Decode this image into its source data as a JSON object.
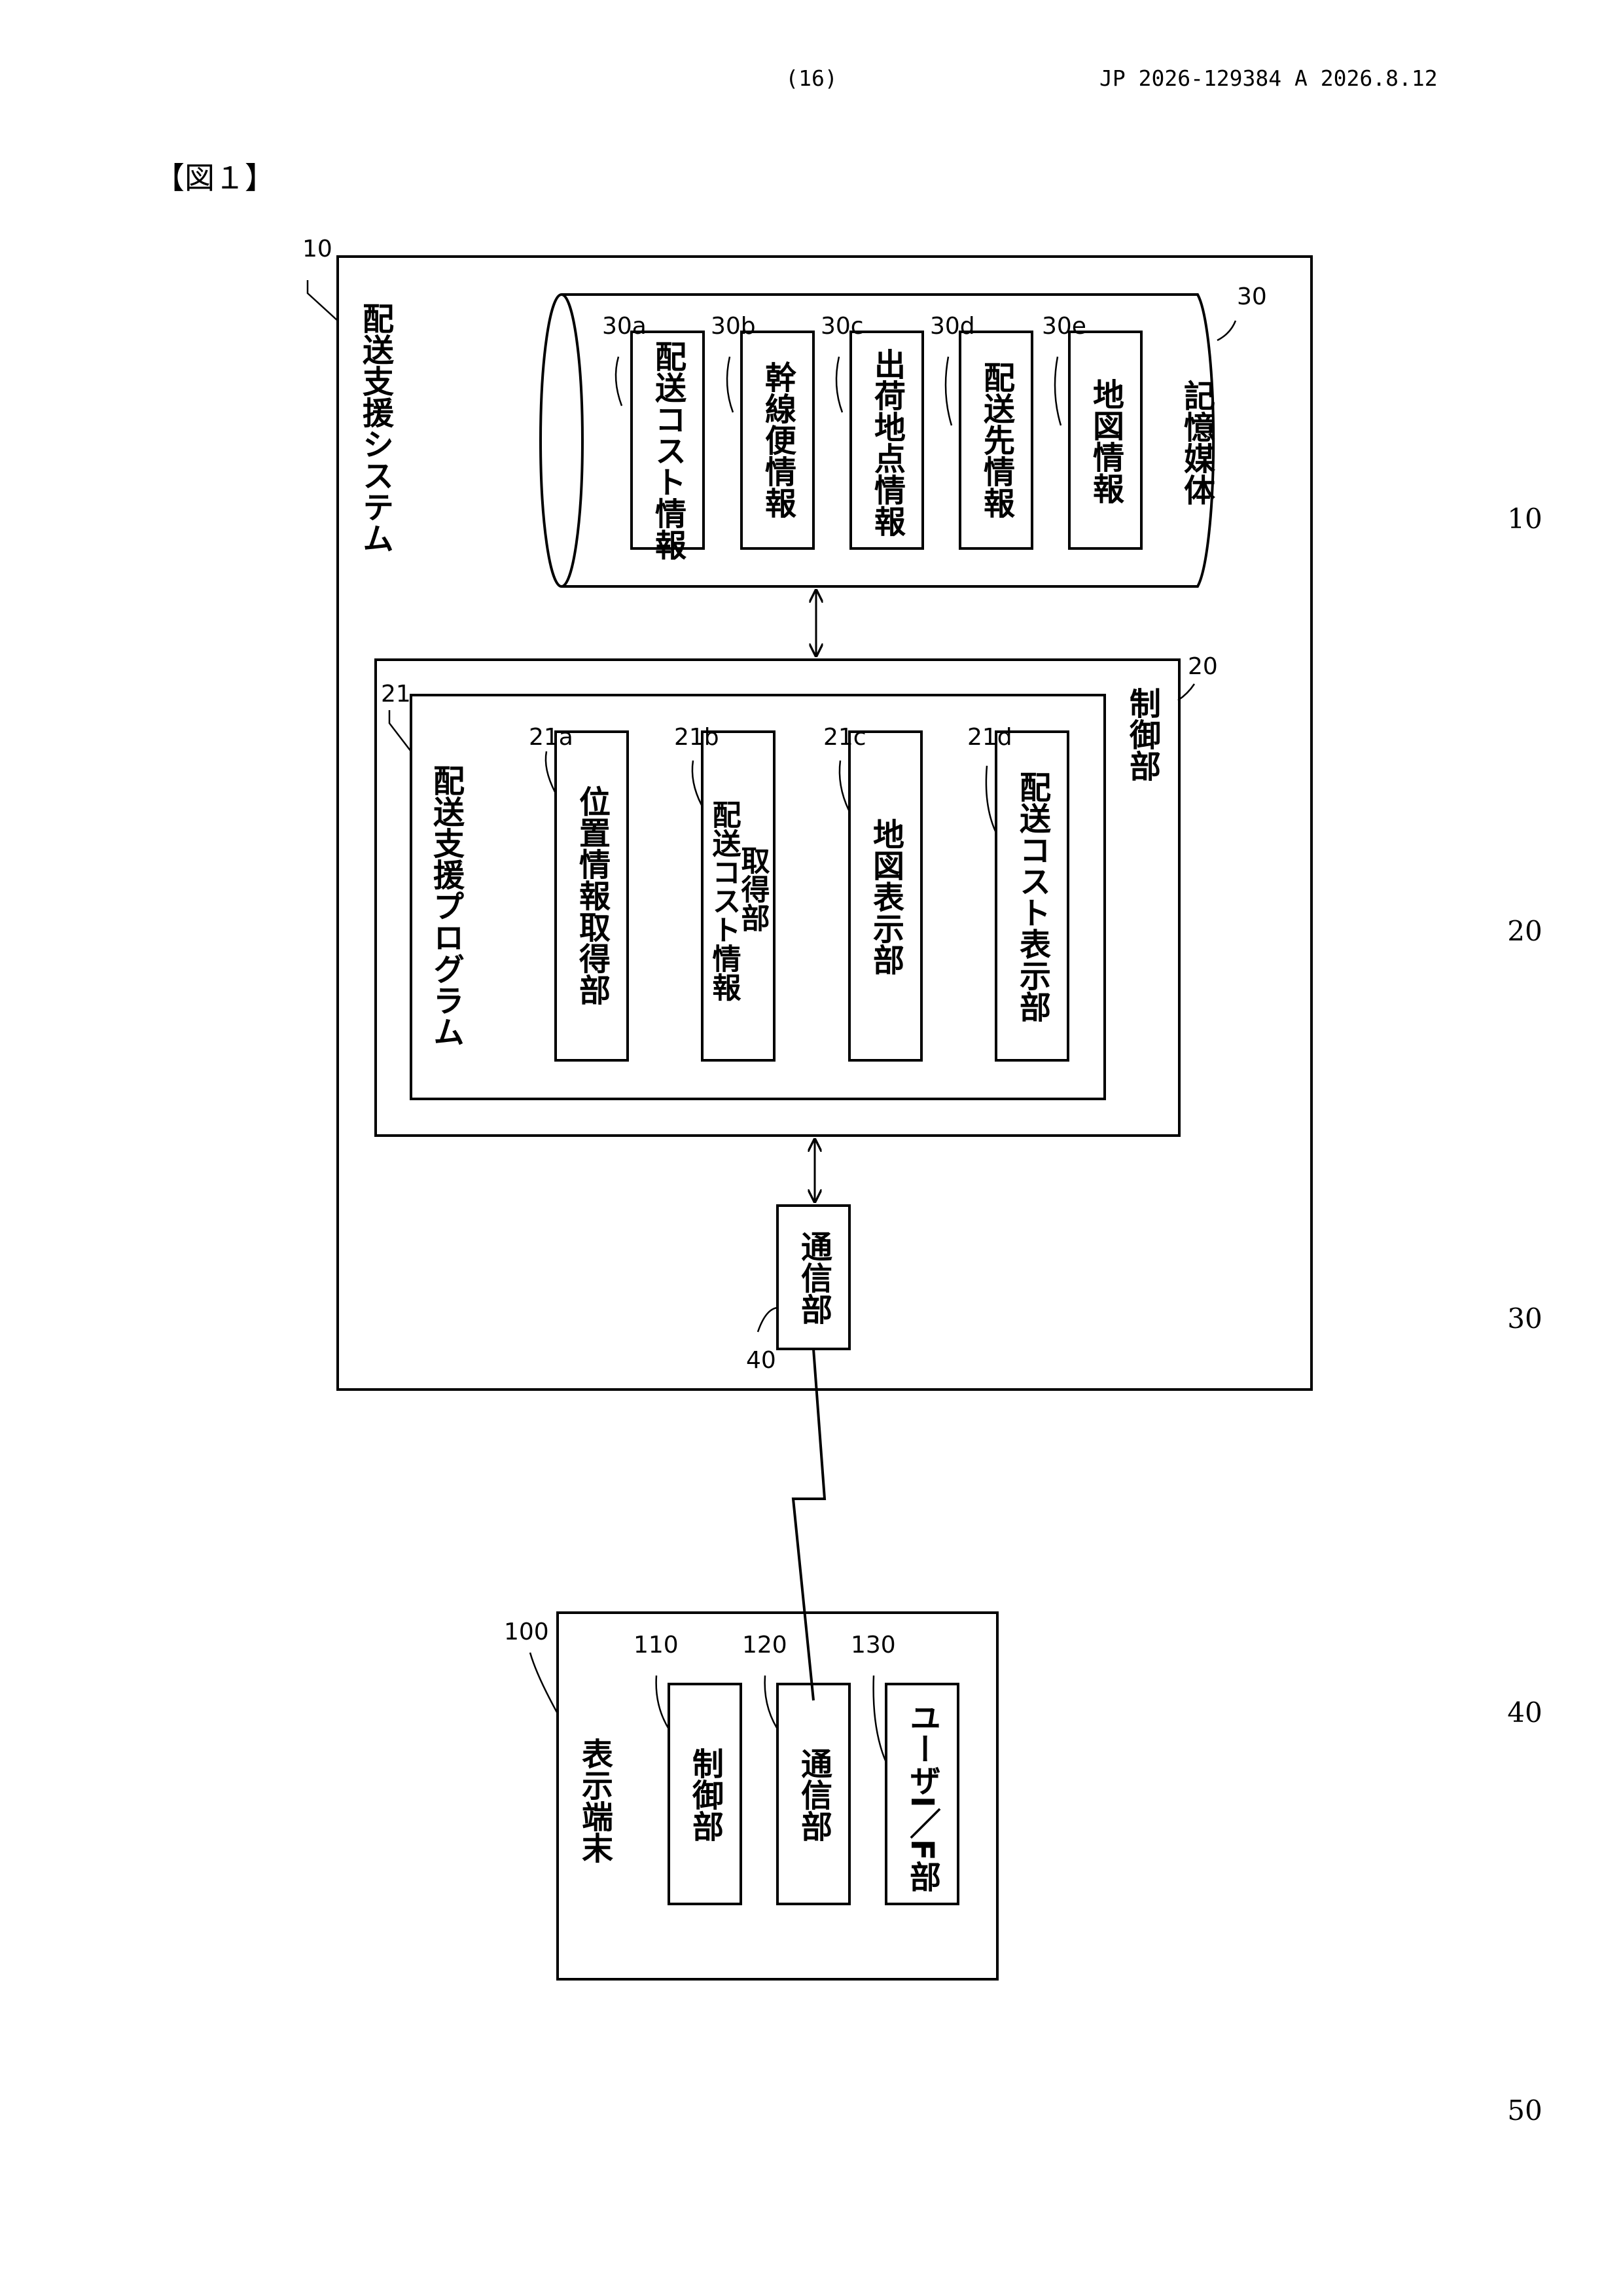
{
  "header": {
    "page_number": "(16)",
    "publication": "JP  2026-129384  A  2026.8.12"
  },
  "figure_label": "【図１】",
  "line_numbers": [
    "10",
    "20",
    "30",
    "40",
    "50"
  ],
  "system": {
    "ref": "10",
    "label": "配送支援システム",
    "storage": {
      "ref": "30",
      "label": "記憶媒体",
      "items": [
        {
          "ref": "30a",
          "label": "配送コスト情報"
        },
        {
          "ref": "30b",
          "label": "幹線便情報"
        },
        {
          "ref": "30c",
          "label": "出荷地点情報"
        },
        {
          "ref": "30d",
          "label": "配送先情報"
        },
        {
          "ref": "30e",
          "label": "地図情報"
        }
      ]
    },
    "control": {
      "ref": "20",
      "label": "制御部",
      "program": {
        "ref": "21",
        "label": "配送支援プログラム",
        "modules": [
          {
            "ref": "21a",
            "label": "位置情報取得部"
          },
          {
            "ref": "21b",
            "label_line1": "配送コスト情報",
            "label_line2": "取得部"
          },
          {
            "ref": "21c",
            "label": "地図表示部"
          },
          {
            "ref": "21d",
            "label": "配送コスト表示部"
          }
        ]
      }
    },
    "comm": {
      "ref": "40",
      "label": "通信部"
    }
  },
  "terminal": {
    "ref": "100",
    "label": "表示端末",
    "units": [
      {
        "ref": "110",
        "label": "制御部"
      },
      {
        "ref": "120",
        "label": "通信部"
      },
      {
        "ref": "130",
        "label": "ユーザI／F部"
      }
    ]
  }
}
